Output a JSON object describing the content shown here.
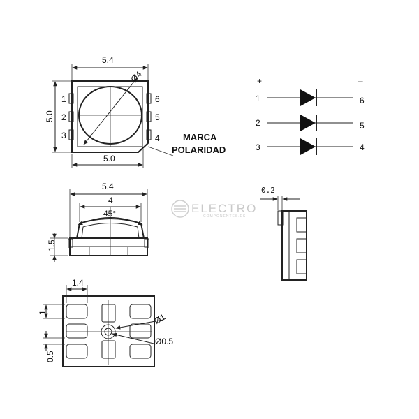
{
  "top_view": {
    "dim_width_top": "5.4",
    "dim_width_bottom": "5.0",
    "dim_height": "5.0",
    "dim_lens_diameter": "Ø4",
    "pins_left": [
      "1",
      "2",
      "3"
    ],
    "pins_right": [
      "6",
      "5",
      "4"
    ]
  },
  "polarity_callout": {
    "line1": "MARCA",
    "line2": "POLARIDAD"
  },
  "schematic": {
    "plus": "+",
    "minus": "–",
    "rows": [
      {
        "anode": "1",
        "cathode": "6"
      },
      {
        "anode": "2",
        "cathode": "5"
      },
      {
        "anode": "3",
        "cathode": "4"
      }
    ]
  },
  "side_view": {
    "dim_width": "5.4",
    "dim_lens": "4",
    "dim_angle": "45°",
    "dim_height": "1.5"
  },
  "end_view": {
    "dim_offset": "0.2"
  },
  "watermark": {
    "brand": "ELECTRO",
    "tagline": "COMPONENTES.ES"
  },
  "footprint": {
    "dim_pad_width": "1.4",
    "dim_pad_height": "1",
    "dim_gap": "0.5",
    "dim_hole_large": "Ø1",
    "dim_hole_small": "Ø0.5"
  }
}
